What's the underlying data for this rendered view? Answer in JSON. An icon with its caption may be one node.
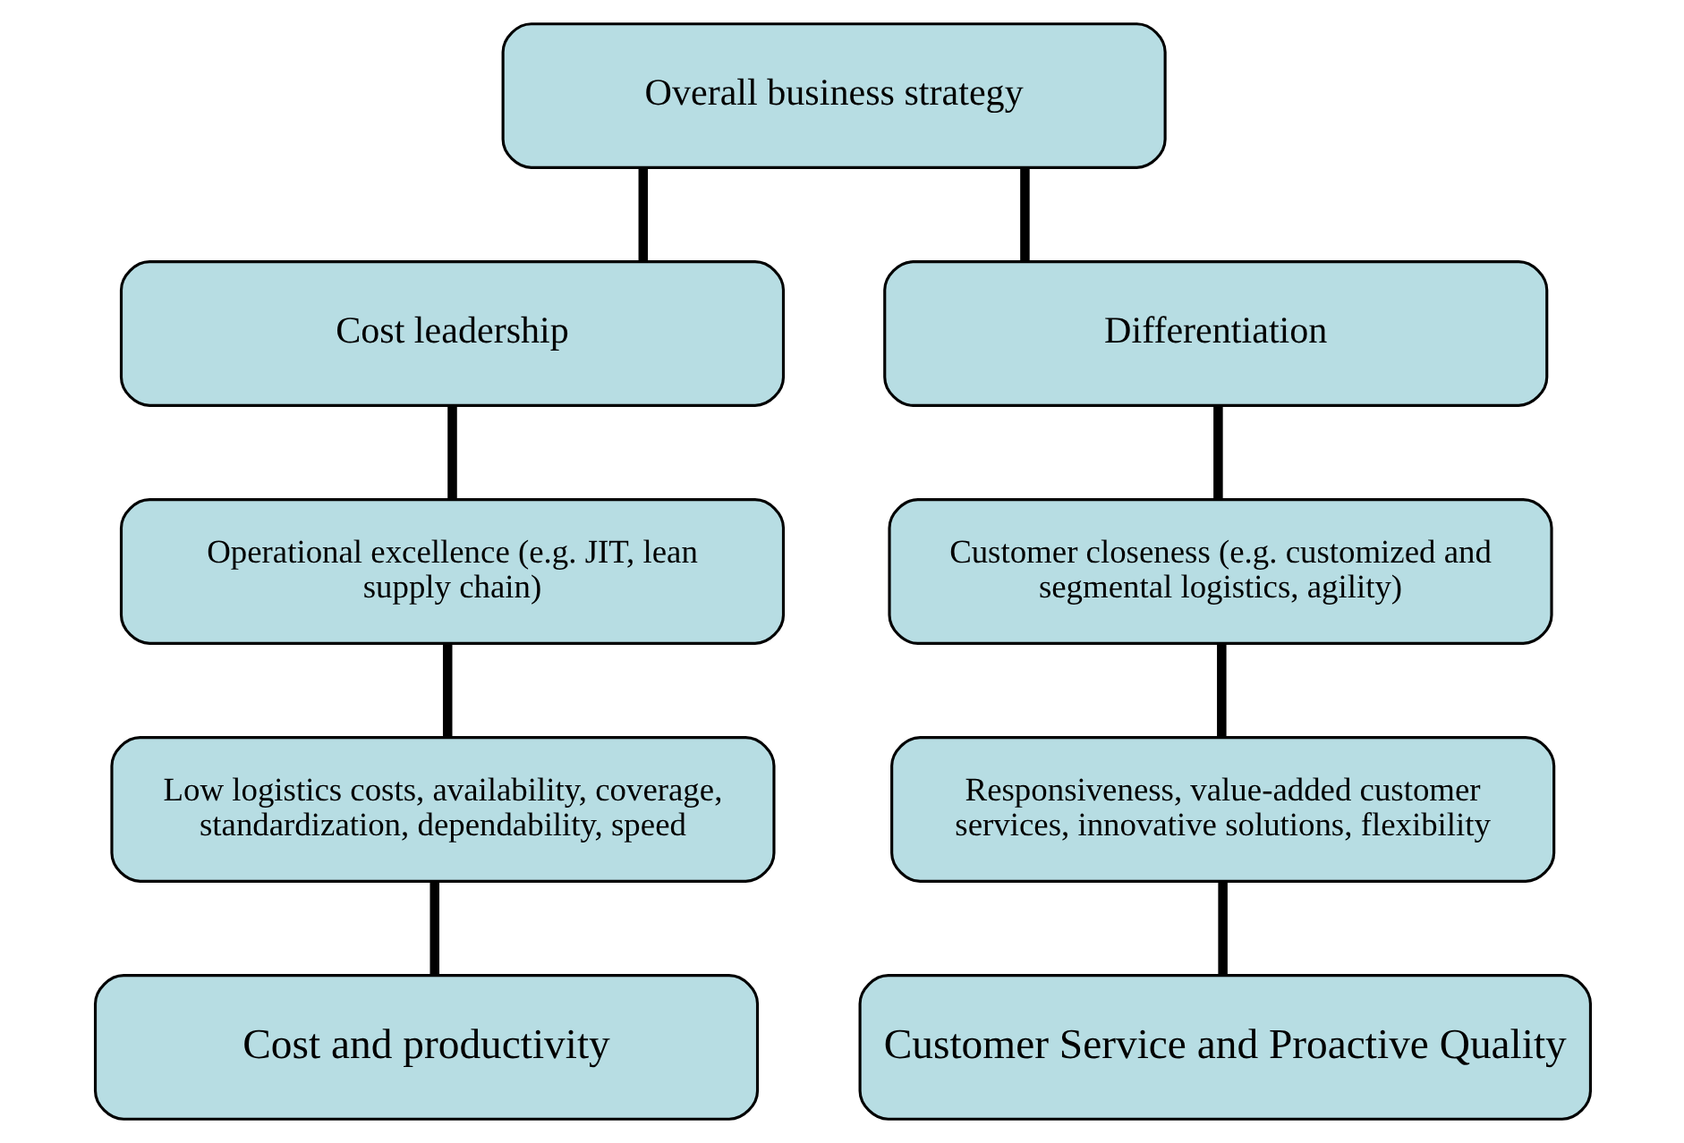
{
  "diagram": {
    "nodes": [
      {
        "text": [
          "Overall business strategy"
        ]
      },
      {
        "text": [
          "Cost leadership"
        ]
      },
      {
        "text": [
          "Differentiation"
        ]
      },
      {
        "text": [
          "Operational excellence (e.g. JIT, lean supply chain)"
        ]
      },
      {
        "text": [
          "Customer closeness (e.g. customized and segmental logistics, agility)"
        ]
      },
      {
        "text": [
          "Low logistics costs, availability, coverage, standardization, dependability, speed"
        ]
      },
      {
        "text": [
          "Responsiveness, value-added customer services, innovative solutions, flexibility"
        ]
      },
      {
        "text": [
          "Cost and productivity"
        ]
      },
      {
        "text": [
          "Customer Service and Proactive Quality"
        ]
      }
    ],
    "edges": [
      {
        "from": 0,
        "to": 1,
        "arrow": "none"
      },
      {
        "from": 0,
        "to": 2,
        "arrow": "none"
      },
      {
        "from": 1,
        "to": 3,
        "arrow": "none"
      },
      {
        "from": 2,
        "to": 4,
        "arrow": "none"
      },
      {
        "from": 3,
        "to": 5,
        "arrow": "none"
      },
      {
        "from": 4,
        "to": 6,
        "arrow": "none"
      },
      {
        "from": 5,
        "to": 7,
        "arrow": "none"
      },
      {
        "from": 6,
        "to": 8,
        "arrow": "none"
      }
    ]
  }
}
